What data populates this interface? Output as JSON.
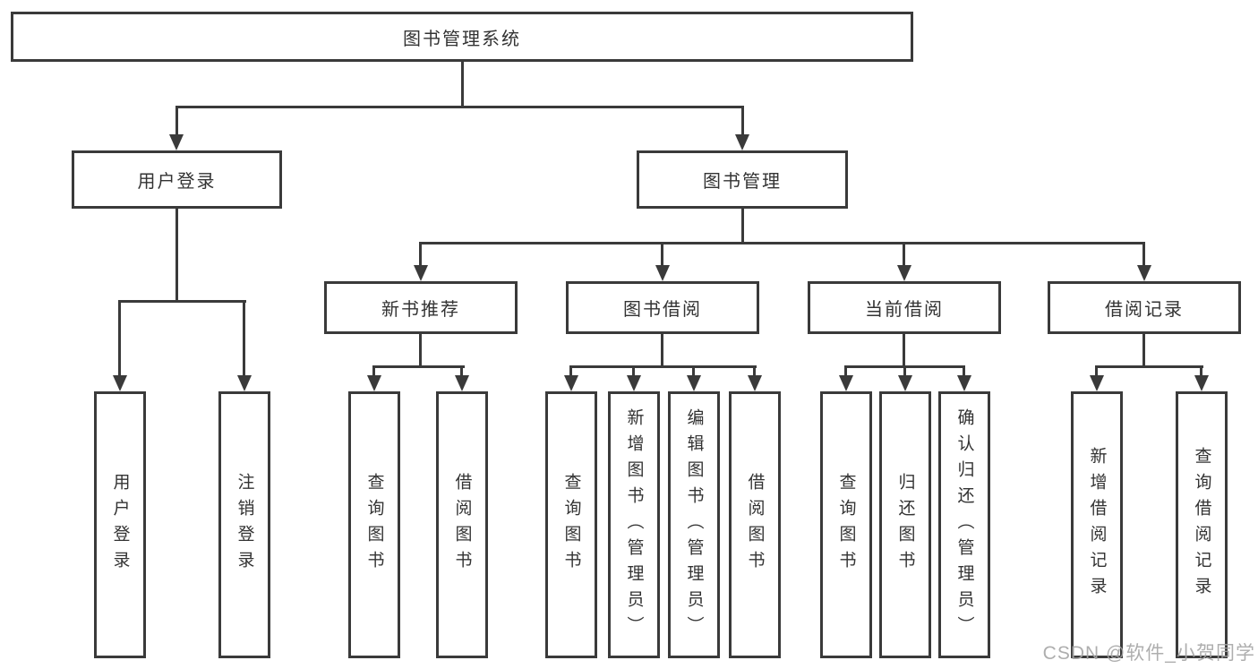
{
  "diagram": {
    "root": "图书管理系统",
    "user_branch": {
      "label": "用户登录",
      "children": [
        "用户登录",
        "注销登录"
      ]
    },
    "book_branch": {
      "label": "图书管理",
      "groups": [
        {
          "label": "新书推荐",
          "children": [
            "查询图书",
            "借阅图书"
          ]
        },
        {
          "label": "图书借阅",
          "children": [
            "查询图书",
            "新增图书（管理员）",
            "编辑图书（管理员）",
            "借阅图书"
          ]
        },
        {
          "label": "当前借阅",
          "children": [
            "查询图书",
            "归还图书",
            "确认归还（管理员）"
          ]
        },
        {
          "label": "借阅记录",
          "children": [
            "新增借阅记录",
            "查询借阅记录"
          ]
        }
      ]
    }
  },
  "watermark": "CSDN @软件_小贺同学",
  "colors": {
    "ink": "#3a3a3a",
    "text": "#333333",
    "background": "#ffffff",
    "watermark": "#a5a5a5"
  }
}
